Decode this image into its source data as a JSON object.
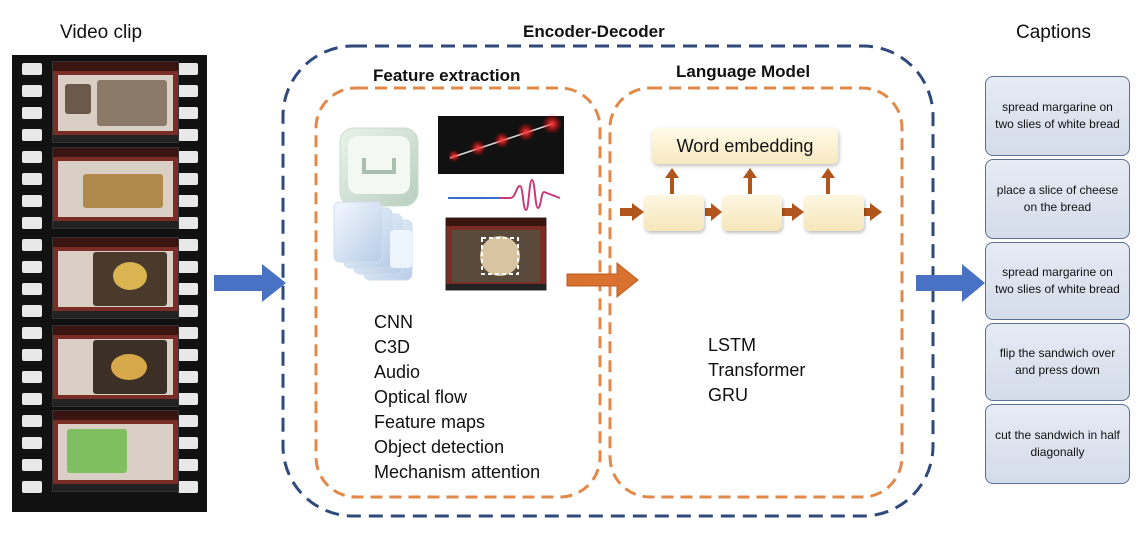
{
  "titles": {
    "video": "Video clip",
    "encoder_decoder": "Encoder-Decoder",
    "feature_extraction": "Feature extraction",
    "language_model": "Language Model",
    "captions": "Captions"
  },
  "feature_methods": [
    "CNN",
    "C3D",
    "Audio",
    "Optical flow",
    "Feature maps",
    "Object detection",
    "Mechanism attention"
  ],
  "language_models": [
    "LSTM",
    "Transformer",
    "GRU"
  ],
  "word_embedding": "Word embedding",
  "captions": [
    "spread margarine on two slies of white bread",
    "place a slice of cheese on the bread",
    "spread margarine on two slies of white bread",
    "flip the sandwich over and press down",
    "cut the sandwich in half diagonally"
  ],
  "colors": {
    "blue_dash": "#2f4a7a",
    "orange_dash": "#e2894a",
    "blue_arrow": "#4a72c4",
    "orange_arrow": "#d9722e",
    "brown_arrow": "#b0561c"
  }
}
